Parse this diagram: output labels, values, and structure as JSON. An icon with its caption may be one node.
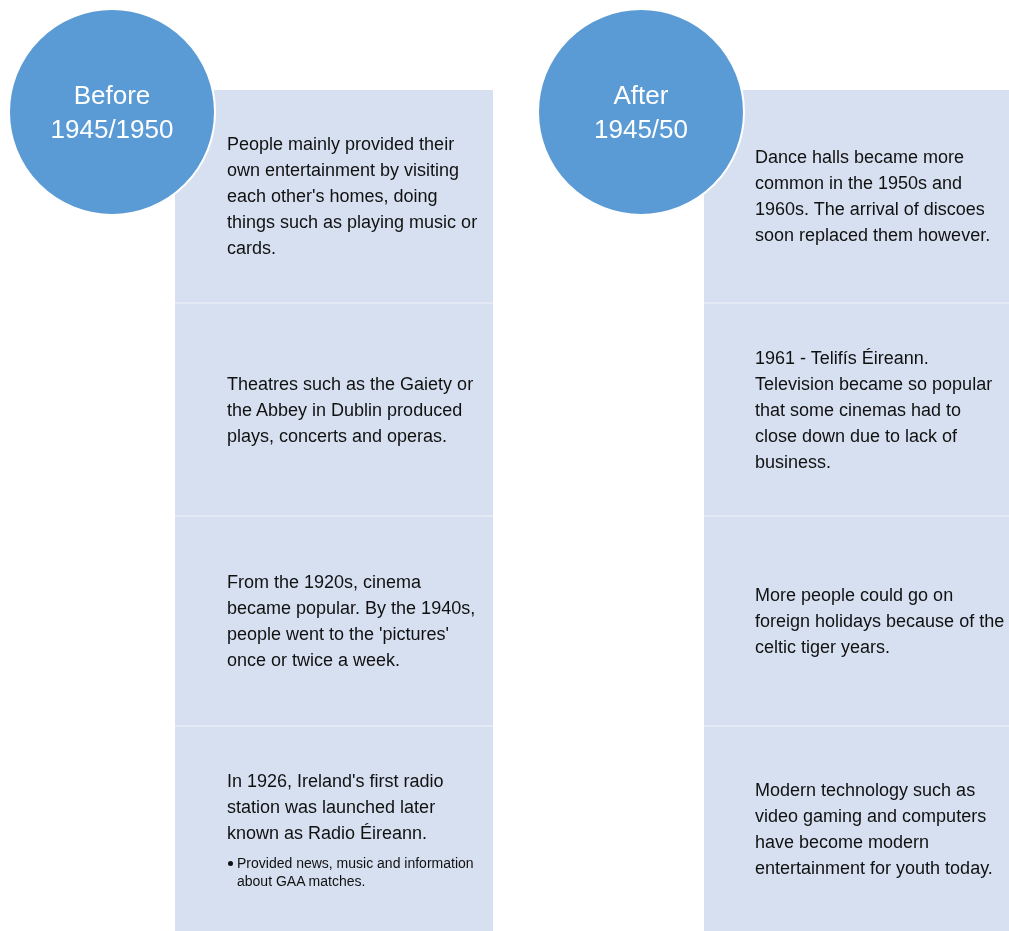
{
  "diagram": {
    "nodes": [
      {
        "text": [
          "Before 1945/1950"
        ]
      },
      {
        "text": [
          "People mainly provided their own entertainment by visiting each other's homes, doing things such as playing music or cards."
        ]
      },
      {
        "text": [
          "Theatres such as the Gaiety or the Abbey in Dublin produced plays, concerts and operas."
        ]
      },
      {
        "text": [
          "From the 1920s, cinema became popular. By the 1940s, people went to the 'pictures' once or twice a week."
        ]
      },
      {
        "text": [
          "In 1926, Ireland's first radio station was launched later known as Radio Éireann.",
          "Provided news, music and information about GAA matches."
        ]
      },
      {
        "text": [
          "After 1945/50"
        ]
      },
      {
        "text": [
          "Dance halls became more common in the 1950s and 1960s. The arrival of discoes soon replaced them however."
        ]
      },
      {
        "text": [
          "1961 - Telifís Éireann. Television became so popular that some cinemas had to close down due to lack of business."
        ]
      },
      {
        "text": [
          "More people could go on foreign holidays because of the celtic tiger years."
        ]
      },
      {
        "text": [
          "Modern technology such as video gaming and computers have become modern entertainment for youth today."
        ]
      }
    ]
  }
}
